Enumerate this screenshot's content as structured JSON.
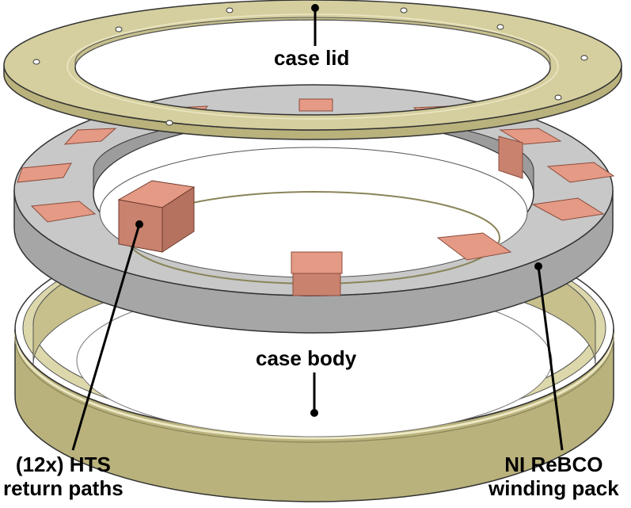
{
  "labels": {
    "case_lid": "case lid",
    "case_body": "case body",
    "return_paths_line1": "(12x) HTS",
    "return_paths_line2": "return paths",
    "winding_pack_line1": "NI ReBCO",
    "winding_pack_line2": "winding pack"
  },
  "colors": {
    "case_top": "#d5cf9f",
    "case_side": "#b9b27c",
    "case_edge": "#ece7c4",
    "ring_top": "#c8c8c8",
    "ring_side": "#a6a6a6",
    "pad": "#e59a85",
    "pad_dark": "#c9826e",
    "outline": "#333333",
    "leader": "#000000"
  }
}
